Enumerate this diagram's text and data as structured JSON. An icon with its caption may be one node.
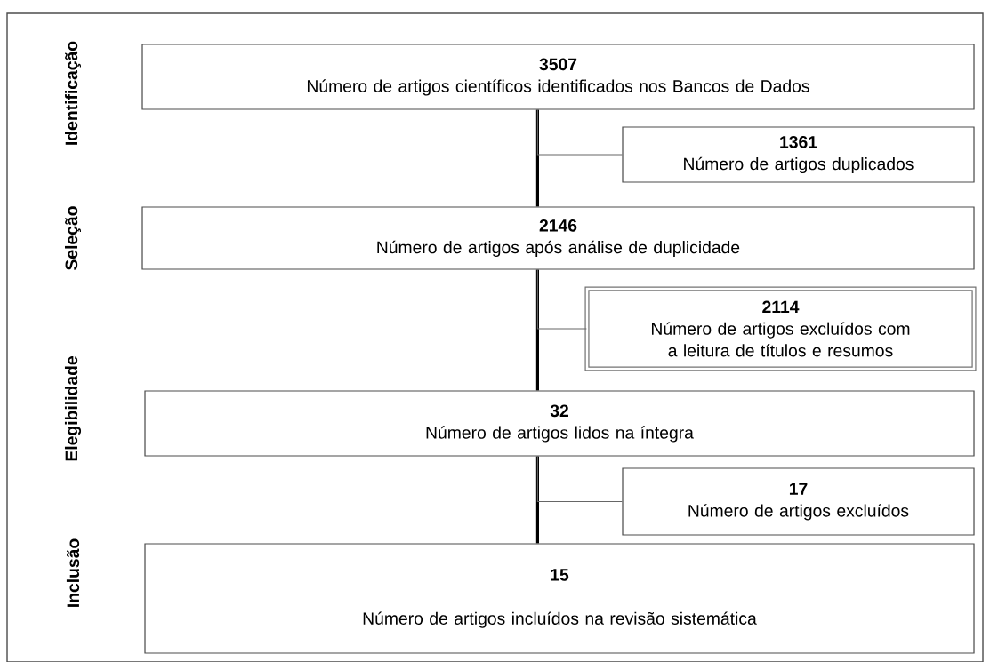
{
  "diagram": {
    "nodes": [
      {
        "text": [
          "3507",
          "Número de artigos científicos identificados nos Bancos de Dados"
        ]
      },
      {
        "text": [
          "1361",
          "Número de artigos duplicados"
        ]
      },
      {
        "text": [
          "2146",
          "Número de artigos após análise de duplicidade"
        ]
      },
      {
        "text": [
          "2114",
          "Número de artigos excluídos com a leitura de títulos e resumos"
        ]
      },
      {
        "text": [
          "32",
          "Número de artigos lidos na íntegra"
        ]
      },
      {
        "text": [
          "17",
          "Número de artigos excluídos"
        ]
      },
      {
        "text": [
          "15",
          "Número de artigos incluídos na revisão sistemática"
        ]
      }
    ],
    "edges": [
      {
        "from": 0,
        "to": 2,
        "arrow": "none",
        "style": "thick"
      },
      {
        "from": 0,
        "to": 1,
        "arrow": "none",
        "color": "#666666"
      },
      {
        "from": 2,
        "to": 4,
        "arrow": "none",
        "style": "thick"
      },
      {
        "from": 2,
        "to": 3,
        "arrow": "none",
        "color": "#666666"
      },
      {
        "from": 4,
        "to": 6,
        "arrow": "none",
        "style": "thick"
      },
      {
        "from": 4,
        "to": 5,
        "arrow": "none",
        "color": "#666666"
      }
    ],
    "labels": [
      "Identificação",
      "Seleção",
      "Elegibilidade",
      "Inclusão"
    ]
  }
}
